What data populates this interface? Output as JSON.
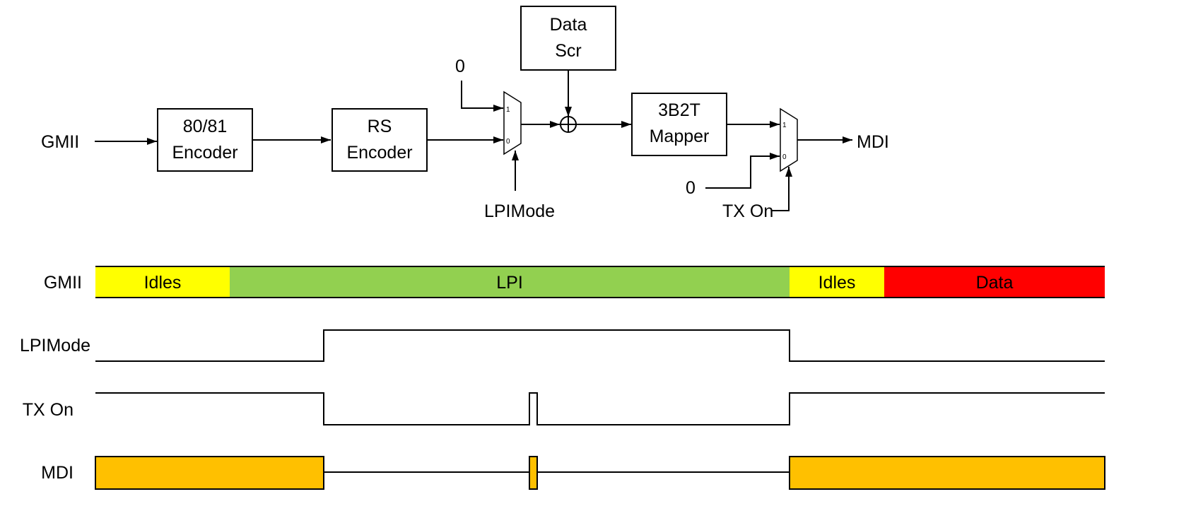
{
  "blocks": {
    "data_scr": [
      "Data",
      "Scr"
    ],
    "encoder_8081": [
      "80/81",
      "Encoder"
    ],
    "rs_encoder": [
      "RS",
      "Encoder"
    ],
    "mapper_3b2t": [
      "3B2T",
      "Mapper"
    ]
  },
  "signals": {
    "gmii_in": "GMII",
    "mdi_out": "MDI",
    "zero_top": "0",
    "zero_bottom": "0",
    "lpimode_ctrl": "LPIMode",
    "txon_ctrl": "TX On",
    "mux_in1": "1",
    "mux_in0": "0"
  },
  "timing": {
    "rows": [
      "GMII",
      "LPIMode",
      "TX On",
      "MDI"
    ],
    "gmii_segments": [
      {
        "label": "Idles",
        "color": "#ffff00"
      },
      {
        "label": "LPI",
        "color": "#92d050"
      },
      {
        "label": "Idles",
        "color": "#ffff00"
      },
      {
        "label": "Data",
        "color": "#ff0000"
      }
    ],
    "mdi_color": "#ffc000"
  }
}
